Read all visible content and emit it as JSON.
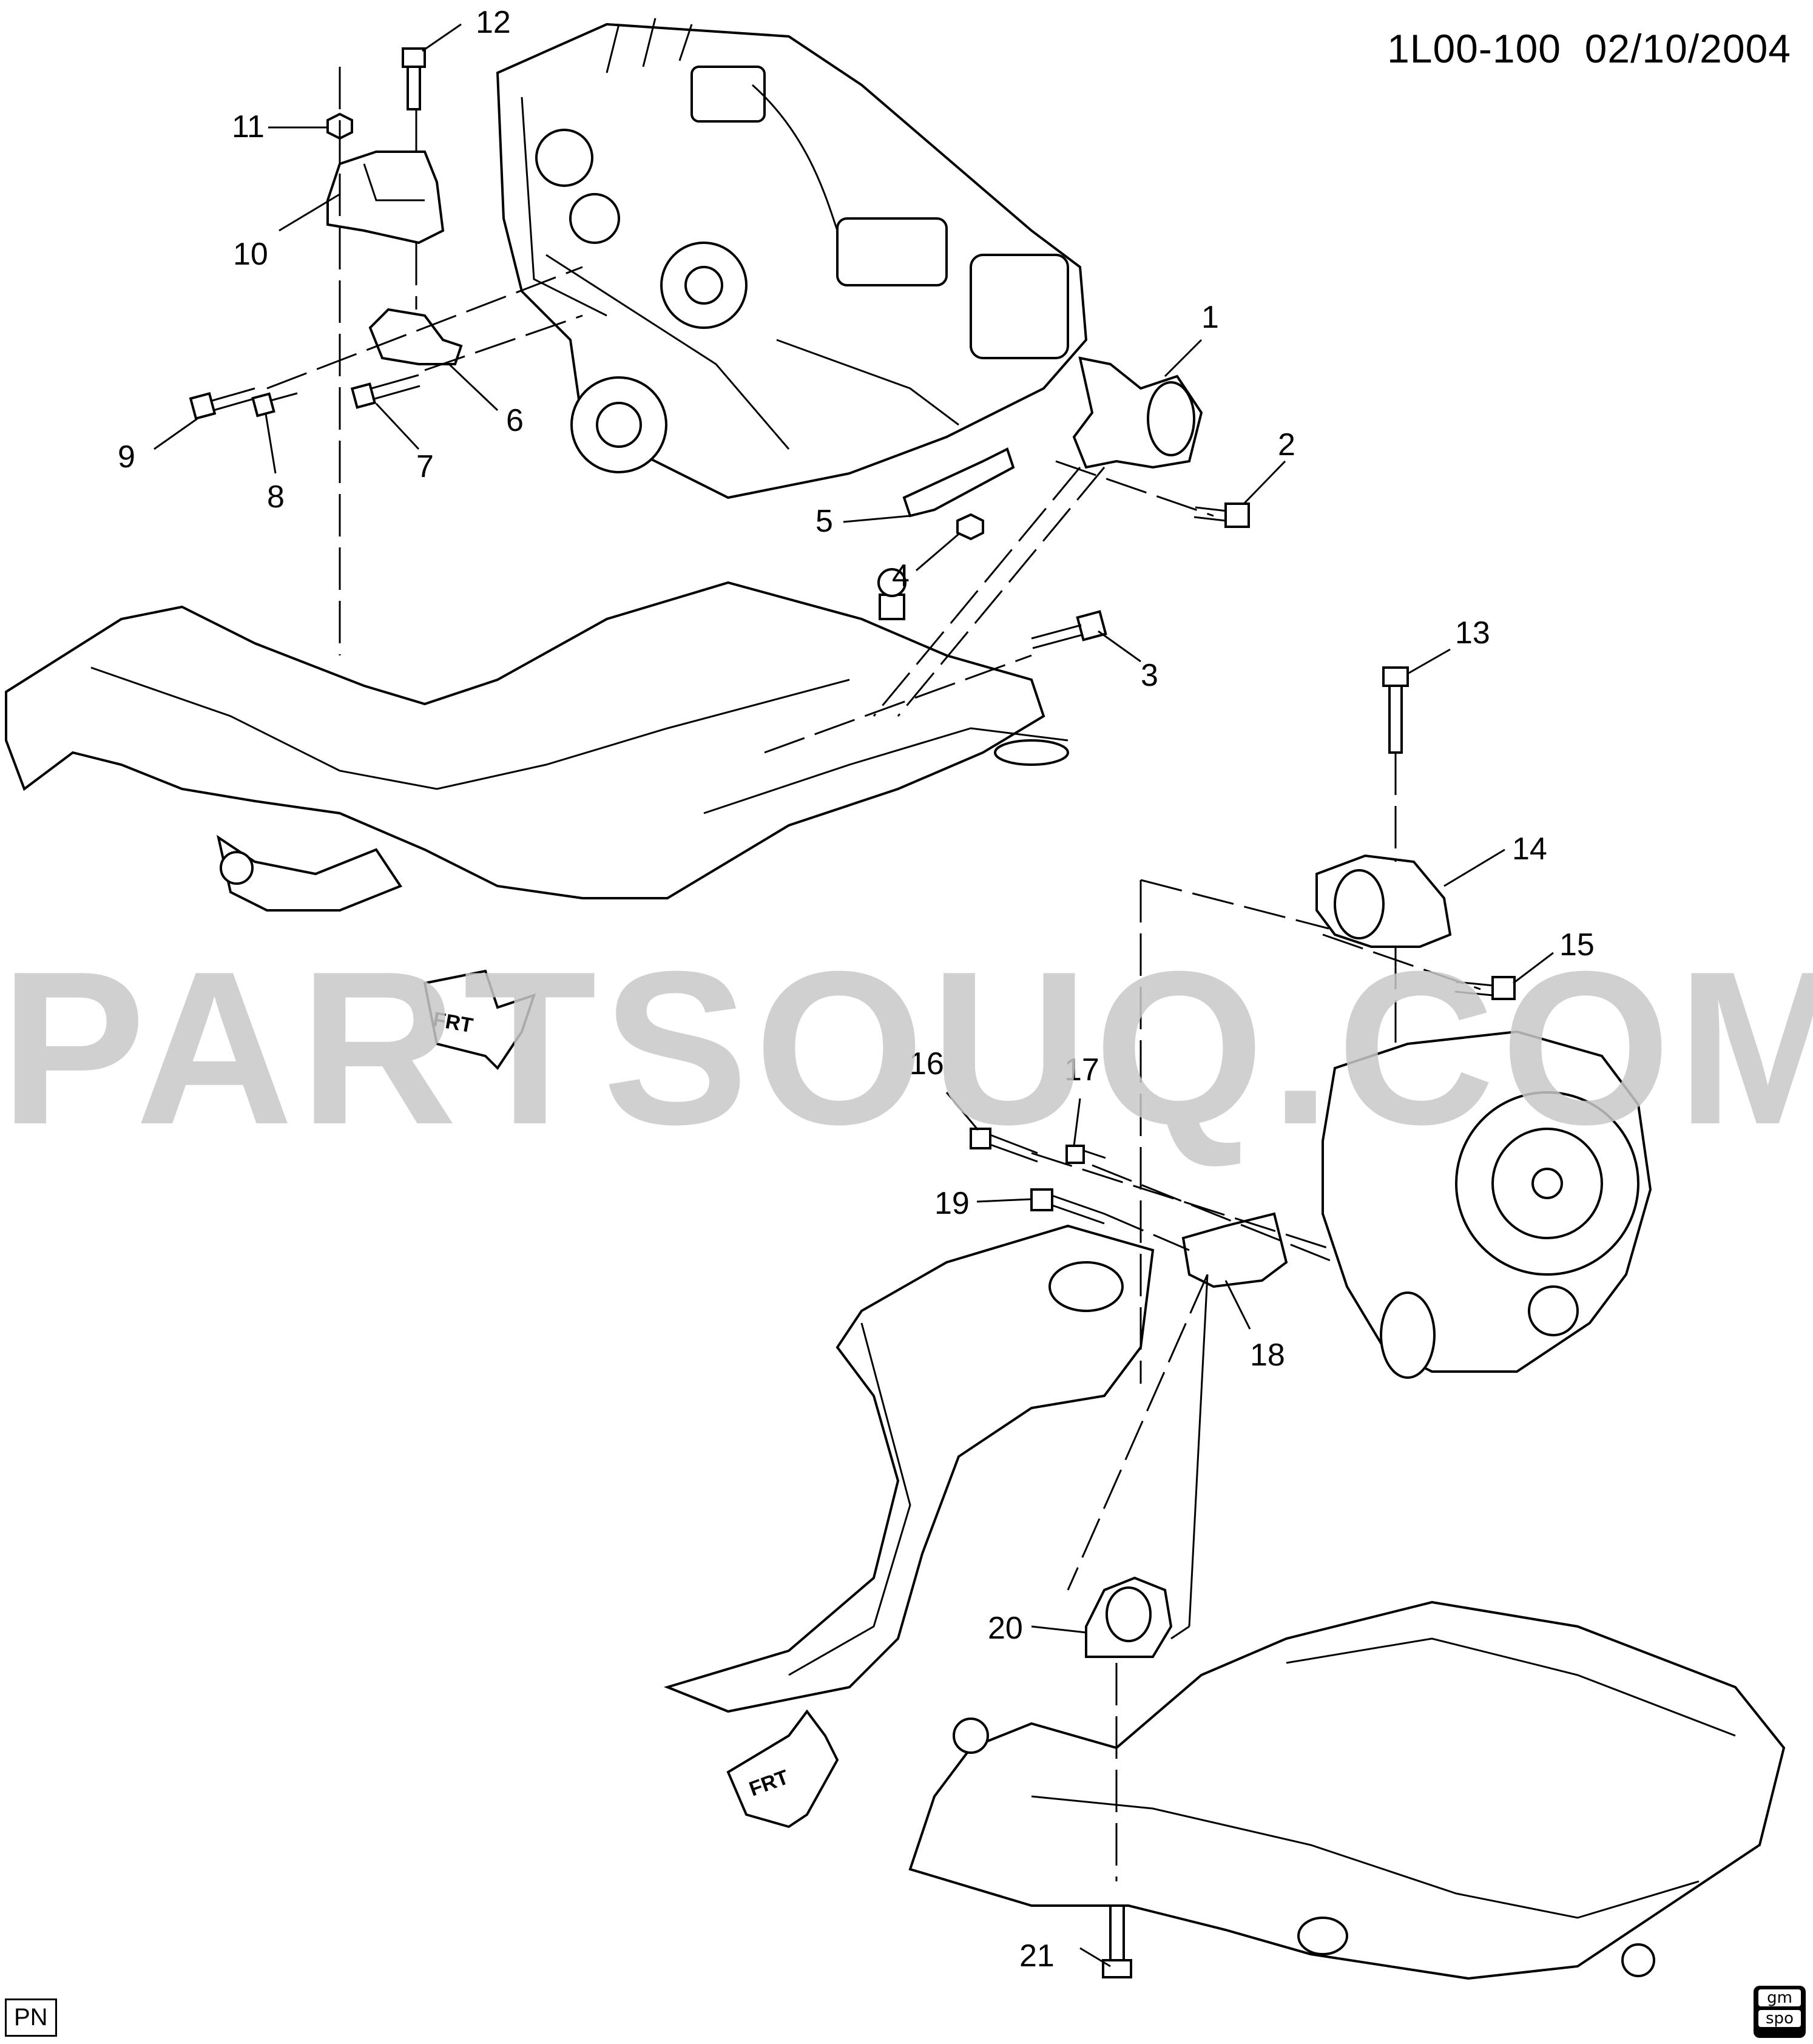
{
  "header": {
    "code": "1L00-100",
    "date": "02/10/2004"
  },
  "watermark": "PARTSOUQ.COM",
  "corner_label": "PN",
  "logo": {
    "top": "gm",
    "bottom": "spo"
  },
  "front_arrow_label": "FRT",
  "callouts": [
    "1",
    "2",
    "3",
    "4",
    "5",
    "6",
    "7",
    "8",
    "9",
    "10",
    "11",
    "12",
    "13",
    "14",
    "15",
    "16",
    "17",
    "18",
    "19",
    "20",
    "21"
  ],
  "colors": {
    "line": "#000000",
    "watermark": "#c8c8c8",
    "background": "#ffffff"
  }
}
